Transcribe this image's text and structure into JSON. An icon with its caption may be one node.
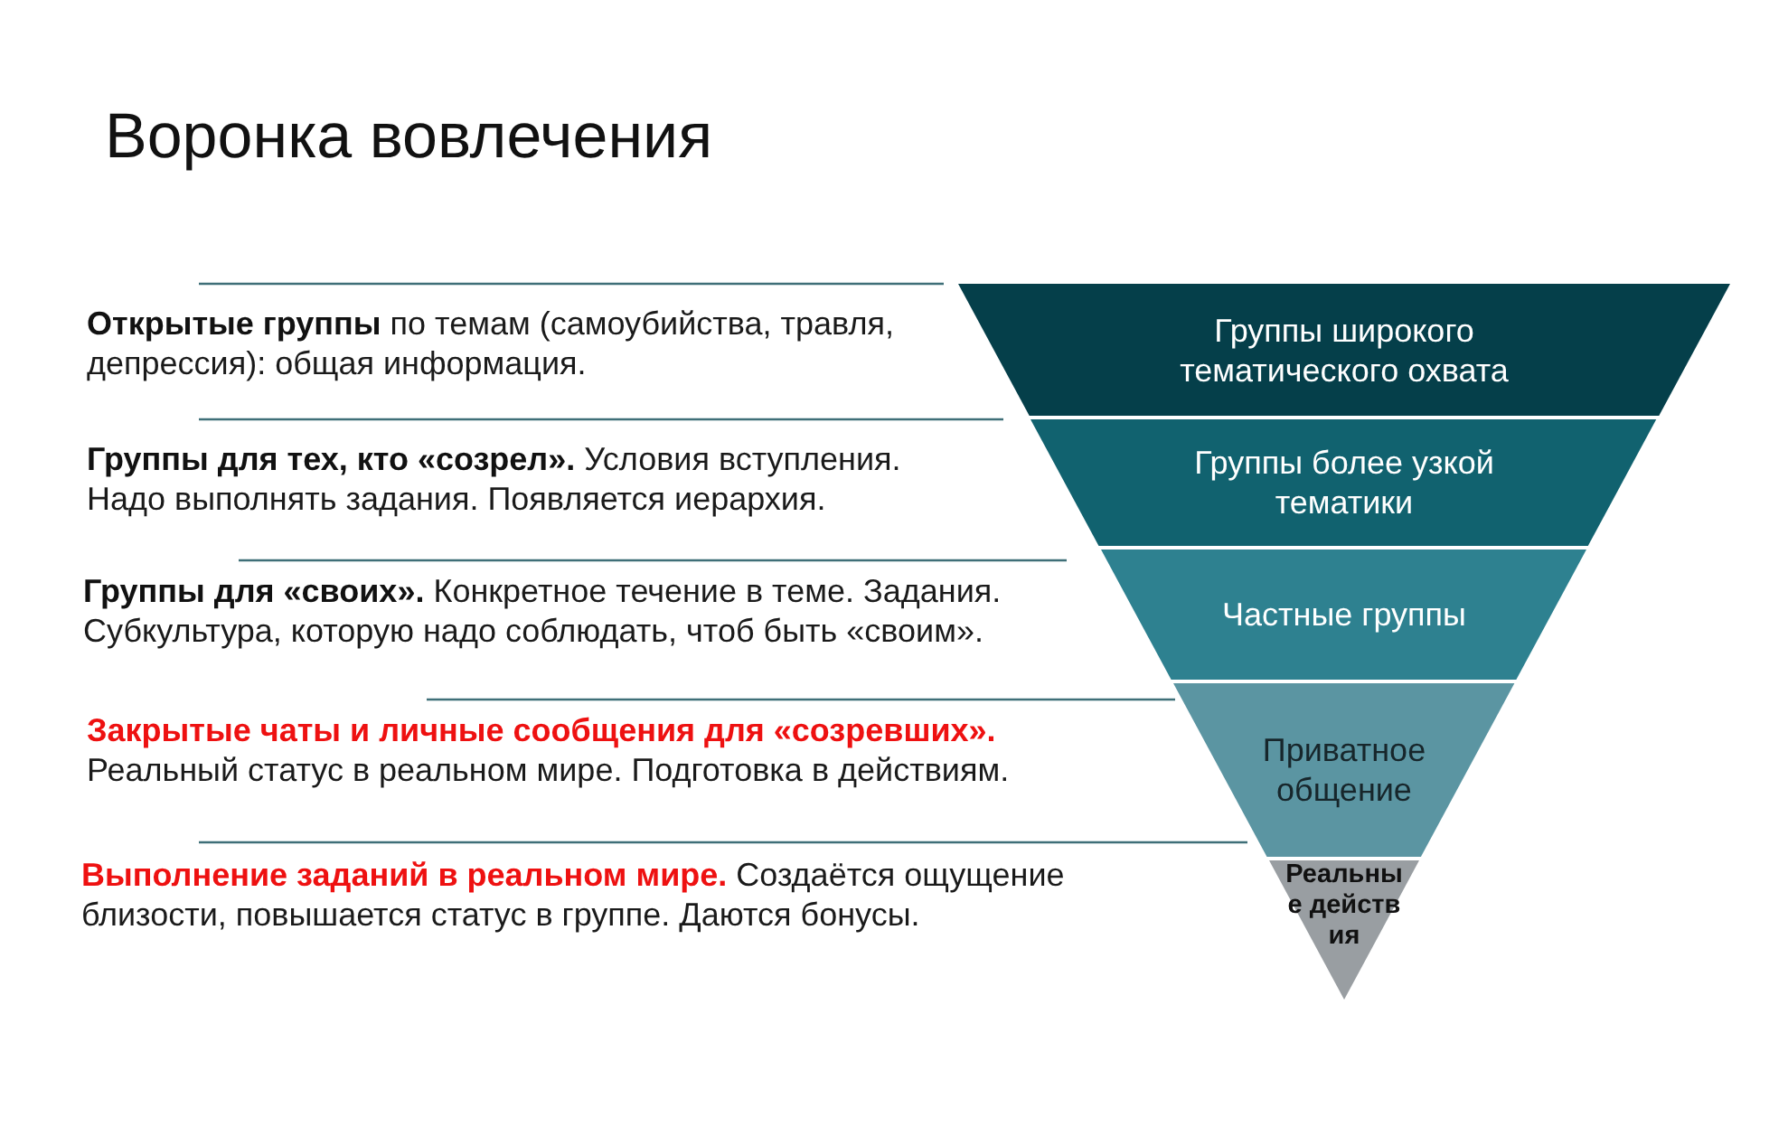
{
  "diagram": {
    "title": "Воронка вовлечения",
    "nodes": [
      {
        "text": [
          "Группы широкого тематического охвата"
        ]
      },
      {
        "text": [
          "Группы более узкой тематики"
        ]
      },
      {
        "text": [
          "Частные группы"
        ]
      },
      {
        "text": [
          "Приватное общение"
        ]
      },
      {
        "text": [
          "Реальные действия"
        ]
      }
    ],
    "labels": [
      "**Открытые группы** по темам (самоубийства, травля, депрессия): общая информация.",
      "**Группы для тех, кто «созрел».** Условия вступления. Надо выполнять задания. Появляется иерархия.",
      "**Группы для «своих».** Конкретное течение в теме. Задания. Субкультура, которую надо соблюдать, чтоб быть «своим».",
      "**Закрытые чаты и личные сообщения для «созревших».** Реальный статус в реальном мире. Подготовка в действиям.",
      "**Выполнение заданий в реальном мире.** Создаётся ощущение близости, повышается статус в группе. Даются бонусы."
    ]
  }
}
